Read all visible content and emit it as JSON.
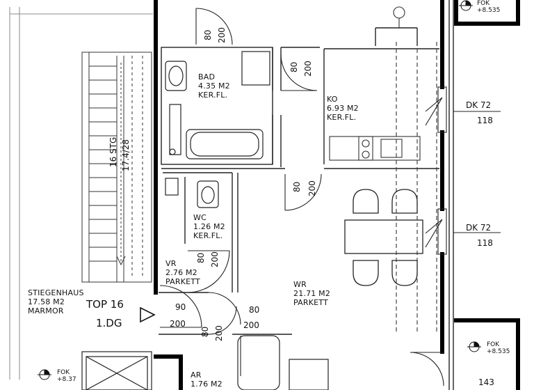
{
  "rooms": {
    "bad": {
      "name": "BAD",
      "area": "4.35 M2",
      "floor": "KER.FL."
    },
    "ko": {
      "name": "KO",
      "area": "6.93 M2",
      "floor": "KER.FL."
    },
    "wc": {
      "name": "WC",
      "area": "1.26 M2",
      "floor": "KER.FL."
    },
    "vr": {
      "name": "VR",
      "area": "2.76 M2",
      "floor": "PARKETT"
    },
    "wr": {
      "name": "WR",
      "area": "21.71 M2",
      "floor": "PARKETT"
    },
    "stiegenhaus": {
      "name": "STIEGENHAUS",
      "area": "17.58 M2",
      "floor": "MARMOR"
    },
    "ar": {
      "name": "AR",
      "area": "1.76 M2"
    }
  },
  "unit": {
    "top": "TOP 16",
    "level": "1.DG"
  },
  "stairs": {
    "label": "16 STG",
    "ratio": "17.4/28"
  },
  "doors": {
    "d80": "80",
    "d90": "90",
    "d200": "200"
  },
  "windows": [
    {
      "code": "DK 72",
      "height": "118"
    },
    {
      "code": "DK 72",
      "height": "118"
    }
  ],
  "levels": {
    "fok_label": "FOK",
    "top_right": "+8.535",
    "bottom_right": "+8.535",
    "bottom_left": "+8.37",
    "bottom_num": "143"
  }
}
